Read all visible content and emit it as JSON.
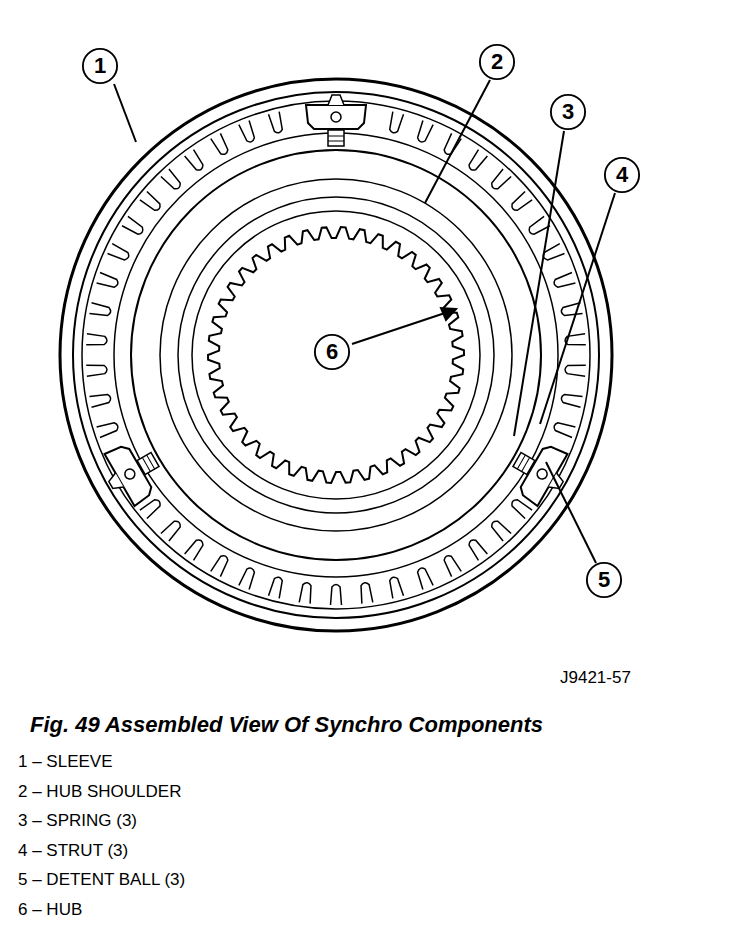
{
  "diagram": {
    "caption": "Fig. 49 Assembled View Of Synchro Components",
    "nodes": [
      {
        "text": [
          "1"
        ]
      },
      {
        "text": [
          "2"
        ]
      },
      {
        "text": [
          "3"
        ]
      },
      {
        "text": [
          "4"
        ]
      },
      {
        "text": [
          "5"
        ]
      },
      {
        "text": [
          "6"
        ]
      }
    ],
    "labels": [
      "J9421-57",
      "1 – SLEEVE",
      "2 – HUB SHOULDER",
      "3 – SPRING (3)",
      "4 – STRUT (3)",
      "5 – DETENT BALL (3)",
      "6 – HUB"
    ]
  }
}
